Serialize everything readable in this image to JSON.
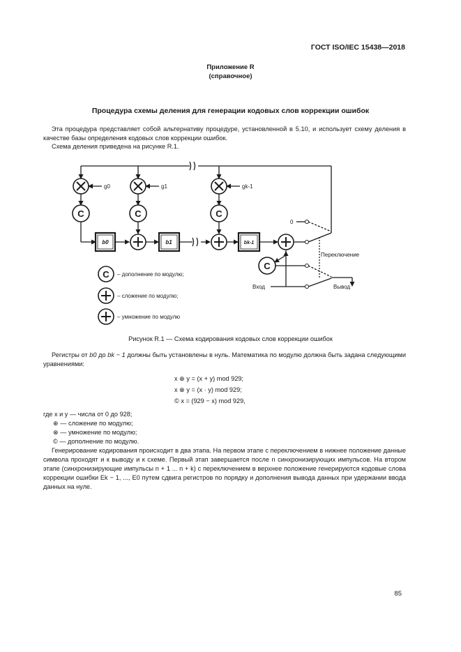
{
  "header": {
    "standard": "ГОСТ ISO/IEC 15438—2018"
  },
  "annex": {
    "title": "Приложение R",
    "kind": "(справочное)"
  },
  "section_title": "Процедура схемы деления для генерации кодовых слов коррекции ошибок",
  "intro": {
    "p1": "Эта процедура представляет собой альтернативу процедуре, установленной в 5.10, и использует схему деления в качестве базы определения кодовых слов коррекции ошибок.",
    "p2": "Схема деления приведена на рисунке R.1."
  },
  "figure": {
    "coef_labels": [
      "g0",
      "g1",
      "gk-1"
    ],
    "register_labels": [
      "b0",
      "b1",
      "bk-1"
    ],
    "zero_label": "0",
    "switch_label": "Переключение",
    "input_label": "Вход",
    "output_label": "Вывод",
    "legend": [
      "– дополнение по модулю;",
      "– сложение по модулю;",
      "– умножение по модулю"
    ],
    "caption": "Рисунок R.1 — Схема кодирования кодовых слов коррекции ошибок"
  },
  "registers_text": {
    "part1": "Регистры от ",
    "b0": "b0",
    "part2": " до ",
    "bk": "bk − 1",
    "part3": " должны быть установлены в нуль. Математика по модулю должна быть задана следующими уравнениями:"
  },
  "equations": [
    "x ⊕ y = (x + y) mod 929;",
    "x ⊗ y = (x · y) mod 929;",
    "© x = (929 − x) mod 929,"
  ],
  "definitions": {
    "where": "где x и y — числа от 0 до 928;",
    "items": [
      "⊕ — сложение по модулю;",
      "⊗ — умножение по модулю;",
      "© — дополнение по модулю."
    ]
  },
  "generation": {
    "text": "Генерирование кодирования происходит в два этапа. На первом этапе с переключением в нижнее положение данные символа проходят и к выводу и к схеме. Первый этап завершается после n синхронизирующих импульсов. На втором этапе (синхронизирующие импульсы n + 1 ... n + k) с переключением в верхнее положение генерируются кодовые слова коррекции ошибки Ek − 1, ..., E0 путем сдвига регистров по порядку и дополнения вывода данных при удержании ввода данных на нуле."
  },
  "page_number": "85"
}
